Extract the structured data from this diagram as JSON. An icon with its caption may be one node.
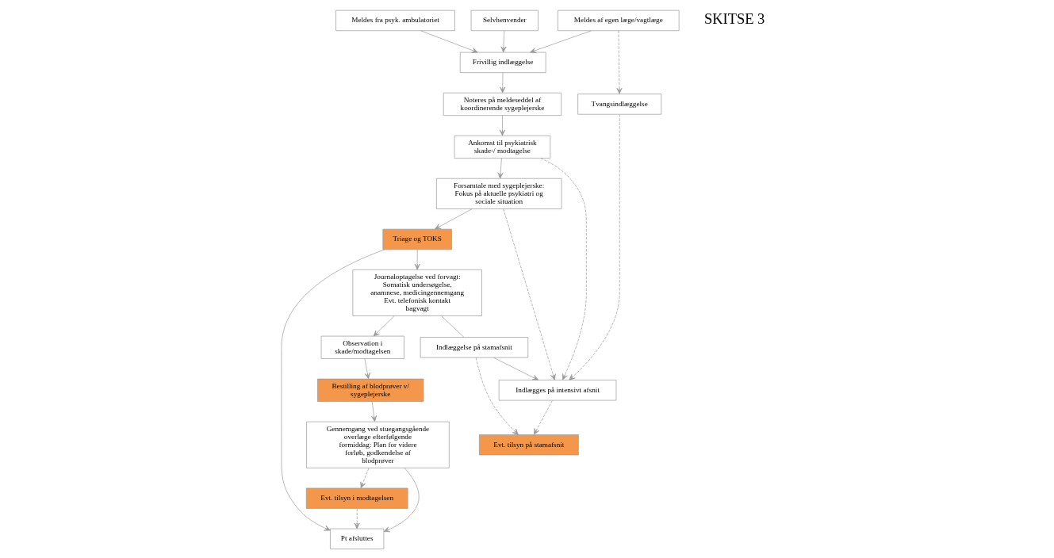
{
  "diagram": {
    "nodes": [
      {
        "text": [
          "Frivillig indlæggelse"
        ]
      },
      {
        "text": [
          "Selvhenvender"
        ]
      },
      {
        "text": [
          "Meldes fra psyk. ambulatoriet"
        ]
      },
      {
        "text": [
          "Meldes af egen læge/vagtlæge"
        ]
      },
      {
        "text": [
          "Noteres på meldeseddel af koordinerende sygeplejerske"
        ]
      },
      {
        "text": [
          "Ankomst til psykiatrisk skade-/ modtagelse"
        ]
      },
      {
        "text": [
          "Forsamtale med sygeplejerske: Fokus på aktuelle psykiatri og sociale situation"
        ]
      },
      {
        "text": [
          "Triage og TOKS"
        ]
      },
      {
        "text": [
          "Journaloptagelse ved forvagt: Somatisk undersøgelse, anamnese, medicingennemgang Evt. telefonisk kontakt bagvagt"
        ]
      },
      {
        "text": [
          "Pt afsluttes"
        ]
      },
      {
        "text": [
          "Tvangsindlæggelse"
        ]
      },
      {
        "text": [
          "Indlæggelse på stamafsnit"
        ]
      },
      {
        "text": [
          "Observation i skade/modtagelsen"
        ]
      },
      {
        "text": [
          "Indlægges på intensivt afsnit"
        ]
      },
      {
        "text": [
          "Bestilling af blodprøver v/ sygeplejerske"
        ]
      },
      {
        "text": [
          "Evt. tilsyn på stamafsnit"
        ]
      },
      {
        "text": [
          "Gennemgang ved stuegangsgående overlæge efterfølgende formiddag: Plan for videre forløb, godkendelse af blodprøver"
        ]
      },
      {
        "text": [
          "Evt. tilsyn i modtagelsen"
        ]
      }
    ],
    "edges": [
      {
        "from": 1,
        "to": 0,
        "arrow": "to"
      },
      {
        "from": 2,
        "to": 0,
        "arrow": "to"
      },
      {
        "from": 3,
        "to": 0,
        "arrow": "to"
      },
      {
        "from": 0,
        "to": 4,
        "arrow": "to"
      },
      {
        "from": 4,
        "to": 5,
        "arrow": "to"
      },
      {
        "from": 5,
        "to": 6,
        "arrow": "to"
      },
      {
        "from": 6,
        "to": 7,
        "arrow": "to"
      },
      {
        "from": 7,
        "to": 8,
        "arrow": "to"
      },
      {
        "from": 7,
        "to": 9,
        "arrow": "to"
      },
      {
        "from": 3,
        "to": 10,
        "arrow": "to",
        "style": "dashed"
      },
      {
        "from": 10,
        "to": 13,
        "arrow": "to",
        "style": "dashed"
      },
      {
        "from": 5,
        "to": 13,
        "arrow": "to",
        "style": "dashed"
      },
      {
        "from": 6,
        "to": 13,
        "arrow": "to",
        "style": "dashed"
      },
      {
        "from": 11,
        "to": 13,
        "arrow": "to"
      },
      {
        "from": 8,
        "to": 11,
        "arrow": "none"
      },
      {
        "from": 8,
        "to": 12,
        "arrow": "to"
      },
      {
        "from": 13,
        "to": 15,
        "arrow": "to",
        "style": "dashed"
      },
      {
        "from": 11,
        "to": 15,
        "arrow": "to",
        "style": "dashed"
      },
      {
        "from": 12,
        "to": 14,
        "arrow": "to"
      },
      {
        "from": 14,
        "to": 16,
        "arrow": "to"
      },
      {
        "from": 16,
        "to": 9,
        "arrow": "to"
      },
      {
        "from": 16,
        "to": 17,
        "arrow": "to",
        "style": "dashed"
      },
      {
        "from": 17,
        "to": 9,
        "arrow": "to",
        "style": "dashed"
      }
    ],
    "labels": [
      "SKITSE 3"
    ]
  }
}
